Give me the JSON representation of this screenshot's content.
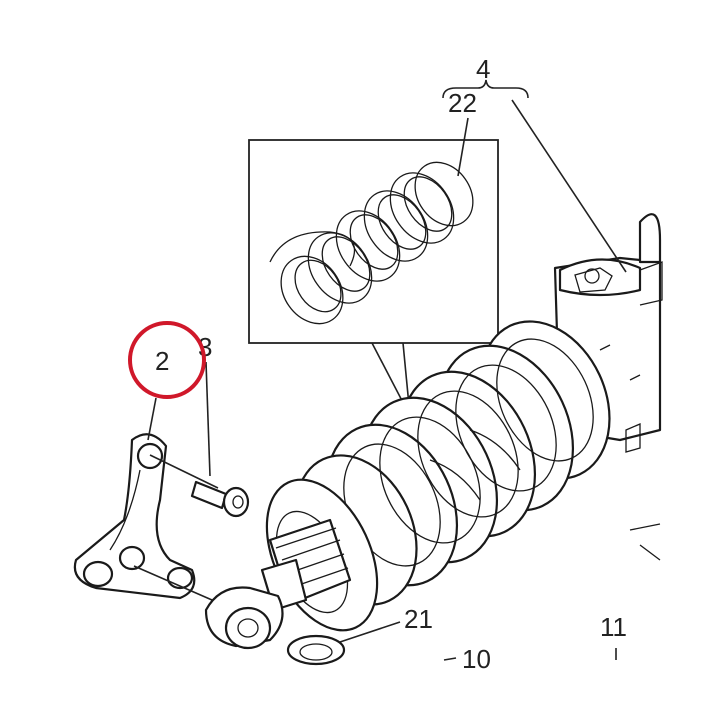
{
  "labels": {
    "group_4": "4",
    "spring_22": "22",
    "highlight_2": "2",
    "bolt_3": "3",
    "washer_21": "21",
    "part_10": "10",
    "part_11": "11"
  },
  "highlight_color": "#d0182a"
}
